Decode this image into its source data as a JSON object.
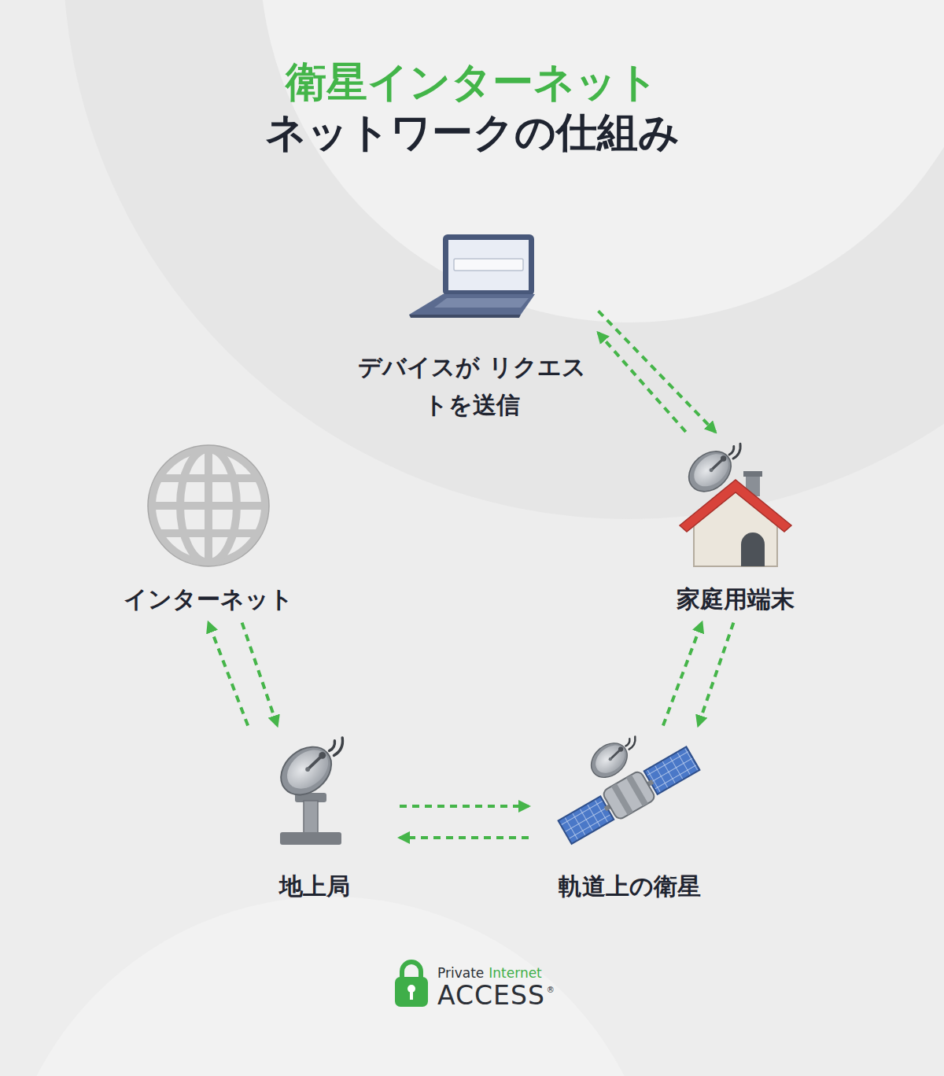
{
  "diagram": {
    "title": "衛星インターネット",
    "nodes": [
      {
        "text": [
          "デバイスが リクエストを送信"
        ]
      },
      {
        "text": [
          "家庭用端末"
        ]
      },
      {
        "text": [
          "軌道上の衛星"
        ]
      },
      {
        "text": [
          "地上局"
        ]
      },
      {
        "text": [
          "インターネット"
        ]
      }
    ],
    "edges": [
      {
        "from": 0,
        "to": 1,
        "arrow": "to"
      },
      {
        "from": 1,
        "to": 0,
        "arrow": "to"
      },
      {
        "from": 1,
        "to": 2,
        "arrow": "to"
      },
      {
        "from": 2,
        "to": 1,
        "arrow": "to"
      },
      {
        "from": 2,
        "to": 3,
        "arrow": "to"
      },
      {
        "from": 3,
        "to": 2,
        "arrow": "to"
      },
      {
        "from": 3,
        "to": 4,
        "arrow": "to"
      },
      {
        "from": 4,
        "to": 3,
        "arrow": "to"
      }
    ],
    "labels": [
      "ネットワークの仕組み",
      "Private",
      "Internet",
      "ACCESS",
      "®"
    ]
  }
}
